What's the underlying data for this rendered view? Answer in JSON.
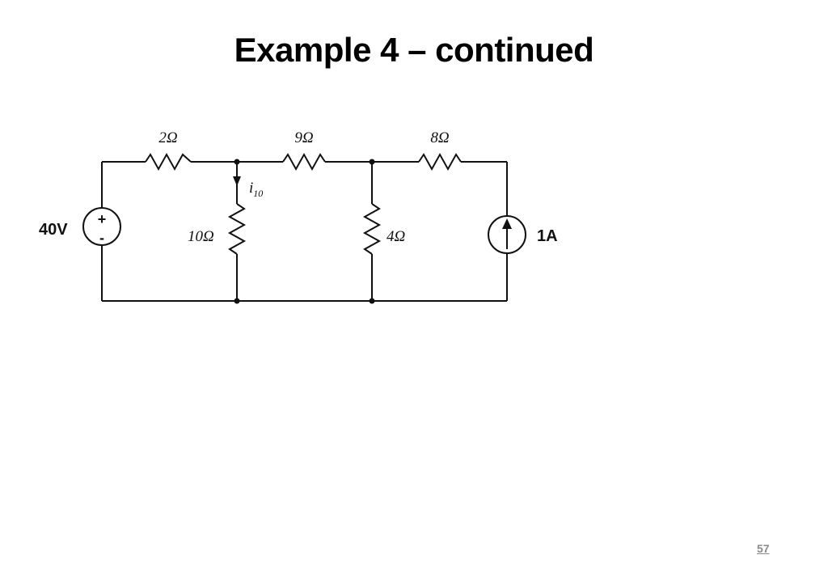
{
  "slide": {
    "title": "Example 4 – continued",
    "page_number": "57"
  },
  "circuit": {
    "voltage_source": {
      "label": "40V",
      "plus": "+",
      "minus": "-"
    },
    "current_source": {
      "label": "1A"
    },
    "resistors": {
      "r_top_left": "2Ω",
      "r_top_middle": "9Ω",
      "r_top_right": "8Ω",
      "r_shunt_left": "10Ω",
      "r_shunt_right": "4Ω"
    },
    "current_label": {
      "symbol": "i",
      "subscript": "10"
    },
    "colors": {
      "wire": "#111111"
    }
  }
}
